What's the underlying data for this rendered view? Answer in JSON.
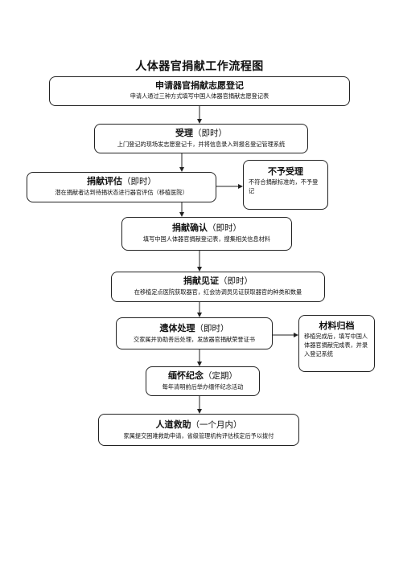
{
  "title": "人体器官捐献工作流程图",
  "steps": [
    {
      "name": "申请器官捐献志愿登记",
      "tag": "",
      "desc": "申请人通过三种方式填写中国人体器官捐献志愿登记表"
    },
    {
      "name": "受理",
      "tag": "（即时）",
      "desc": "上门登记的现场发志愿登记卡，并将信息录入到报名登记管理系统"
    },
    {
      "name": "捐献评估",
      "tag": "（即时）",
      "desc": "潜在捐献者达到待捐状态进行器官评估（移植医院）"
    },
    {
      "name": "捐献确认",
      "tag": "（即时）",
      "desc": "填写中国人体器官捐献登记表，搜集相关信息材料"
    },
    {
      "name": "捐献见证",
      "tag": "（即时）",
      "desc": "在移植定点医院获取器官，红会协调员见证获取器官的种类和数量"
    },
    {
      "name": "遗体处理",
      "tag": "（即时）",
      "desc": "交家属并协助善后处理，发放器官捐献荣誉证书"
    },
    {
      "name": "缅怀纪念",
      "tag": "（定期）",
      "desc": "每年清明前后举办缅怀纪念活动"
    },
    {
      "name": "人道救助",
      "tag": "（一个月内）",
      "desc": "家属提交困难救助申请，省级管理机构评估核定后予以拨付"
    }
  ],
  "side_reject": {
    "name": "不予受理",
    "desc": "不符合捐献标准的，不予登记"
  },
  "side_archive": {
    "name": "材料归档",
    "desc": "移植完成后，填写中国人体器官捐献完成表，并录入登记系统"
  }
}
